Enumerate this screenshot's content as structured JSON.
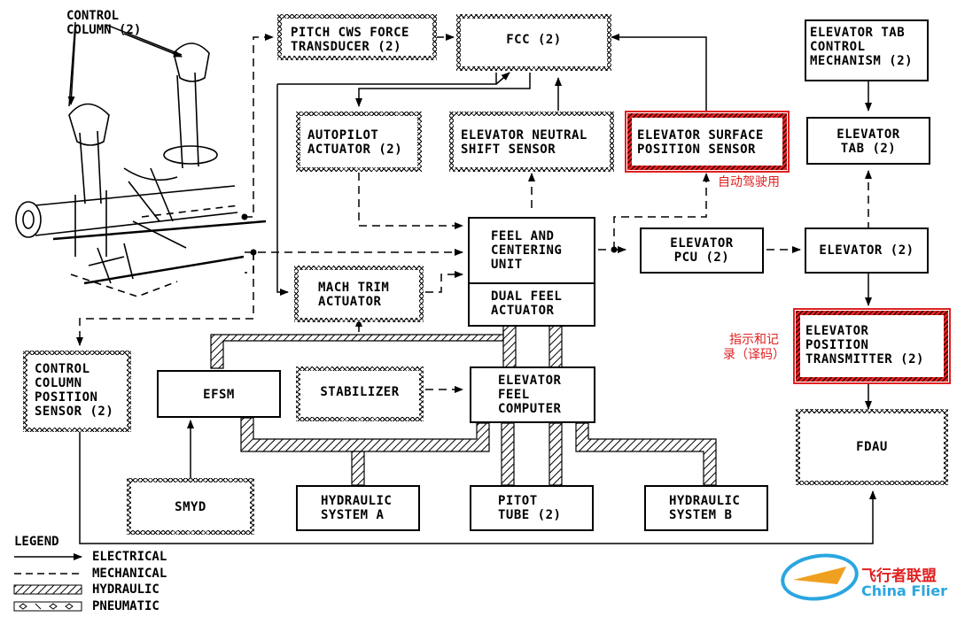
{
  "accent_red": "#e02020",
  "watermark_blue": "#2aa6e0",
  "control_column_label": "CONTROL\nCOLUMN (2)",
  "boxes": {
    "pitch_cws": "PITCH CWS FORCE\nTRANSDUCER (2)",
    "fcc": "FCC (2)",
    "elevator_tab_control": "ELEVATOR TAB\nCONTROL\nMECHANISM (2)",
    "autopilot_actuator": "AUTOPILOT\nACTUATOR (2)",
    "elevator_neutral_shift": "ELEVATOR NEUTRAL\nSHIFT SENSOR",
    "elevator_surface_pos": "ELEVATOR SURFACE\nPOSITION SENSOR",
    "elevator_tab": "ELEVATOR\nTAB (2)",
    "feel_centering": "FEEL AND\nCENTERING\nUNIT",
    "dual_feel": "DUAL FEEL\nACTUATOR",
    "elevator_pcu": "ELEVATOR\nPCU (2)",
    "elevator": "ELEVATOR (2)",
    "mach_trim": "MACH TRIM\nACTUATOR",
    "elevator_pos_tx": "ELEVATOR\nPOSITION\nTRANSMITTER (2)",
    "cc_pos_sensor": "CONTROL\nCOLUMN\nPOSITION\nSENSOR (2)",
    "efsm": "EFSM",
    "stabilizer": "STABILIZER",
    "elevator_feel_computer": "ELEVATOR\nFEEL\nCOMPUTER",
    "fdau": "FDAU",
    "smyd": "SMYD",
    "hyd_a": "HYDRAULIC\nSYSTEM A",
    "pitot": "PITOT\nTUBE (2)",
    "hyd_b": "HYDRAULIC\nSYSTEM B"
  },
  "notes": {
    "autopilot_use": "自动驾驶用",
    "indicate_record": "指示和记\n录（译码）"
  },
  "legend": {
    "title": "LEGEND",
    "items": [
      "ELECTRICAL",
      "MECHANICAL",
      "HYDRAULIC",
      "PNEUMATIC"
    ]
  },
  "watermark": {
    "cn": "飞行者联盟",
    "en": "China Flier"
  }
}
